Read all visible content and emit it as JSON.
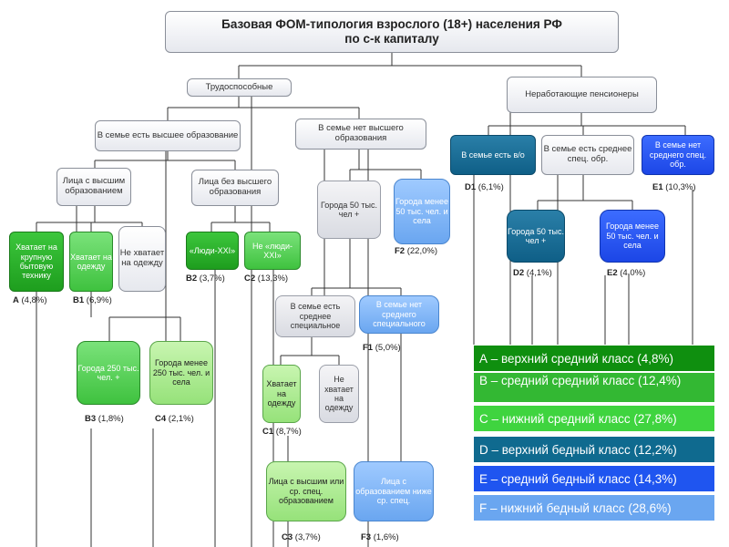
{
  "title_line1": "Базовая ФОМ-типология взрослого (18+) населения РФ",
  "title_line2": "по с-к капиталу",
  "nodes": {
    "able": "Трудоспособные",
    "pension": "Неработающие пенсионеры",
    "high_ed": "В семье есть высшее образование",
    "no_high_ed": "В семье нет высшего образования",
    "persons_high": "Лица с высшим образованием",
    "persons_no_high": "Лица без высшего образования",
    "a_text": "Хватает на крупную бытовую технику",
    "b1_text": "Хватает на одежду",
    "no_cloth1": "Не хватает на одежду",
    "people21": "«Люди-XXI»",
    "not_people21": "Не «люди-XXI»",
    "city50_1": "Города 50 тыс. чел +",
    "less50_1": "Города менее 50 тыс. чел. и села",
    "d1_text": "В семье есть в/о",
    "sec_spec": "В семье есть среднее спец. обр.",
    "e1_text": "В семье нет среднего спец. обр.",
    "city50_2": "Города 50 тыс. чел +",
    "less50_2": "Города менее 50 тыс. чел. и села",
    "has_secspec": "В семье есть среднее специальное",
    "no_secspec": "В семье нет среднего специального",
    "city250": "Города 250 тыс. чел. +",
    "less250": "Города менее 250 тыс. чел. и села",
    "c1_text": "Хватает на одежду",
    "no_cloth2": "Не хватает на одежду",
    "c3_text": "Лица с высшим или ср. спец. образованием",
    "f3_text": "Лица с образованием ниже ср. спец."
  },
  "labels": {
    "A": {
      "code": "A",
      "pct": " (4,8%)"
    },
    "B1": {
      "code": "B1",
      "pct": " (6,9%)"
    },
    "B2": {
      "code": "B2",
      "pct": " (3,7%)"
    },
    "C2": {
      "code": "C2",
      "pct": " (13,3%)"
    },
    "F2": {
      "code": "F2",
      "pct": " (22,0%)"
    },
    "D1": {
      "code": "D1",
      "pct": " (6,1%)"
    },
    "E1": {
      "code": "E1",
      "pct": " (10,3%)"
    },
    "D2": {
      "code": "D2",
      "pct": " (4,1%)"
    },
    "E2": {
      "code": "E2",
      "pct": " (4,0%)"
    },
    "F1": {
      "code": "F1",
      "pct": " (5,0%)"
    },
    "B3": {
      "code": "B3",
      "pct": " (1,8%)"
    },
    "C4": {
      "code": "C4",
      "pct": " (2,1%)"
    },
    "C1": {
      "code": "C1",
      "pct": " (8,7%)"
    },
    "C3": {
      "code": "C3",
      "pct": " (3,7%)"
    },
    "F3": {
      "code": "F3",
      "pct": " (1,6%)"
    }
  },
  "legend": [
    {
      "text": "А – верхний средний класс (4,8%)",
      "color": "#0f8f0f"
    },
    {
      "text": "В – средний средний класс (12,4%)",
      "color": "#33b833"
    },
    {
      "text": "С – нижний средний класс (27,8%)",
      "color": "#3fd43f"
    },
    {
      "text": "D – верхний бедный класс (12,2%)",
      "color": "#0f6a8f"
    },
    {
      "text": "Е – средний бедный класс (14,3%)",
      "color": "#1f55f0"
    },
    {
      "text": "F – нижний бедный класс (28,6%)",
      "color": "#6aa6f0"
    }
  ],
  "colors": {
    "line": "#333333",
    "title_border": "#8a8f99"
  }
}
